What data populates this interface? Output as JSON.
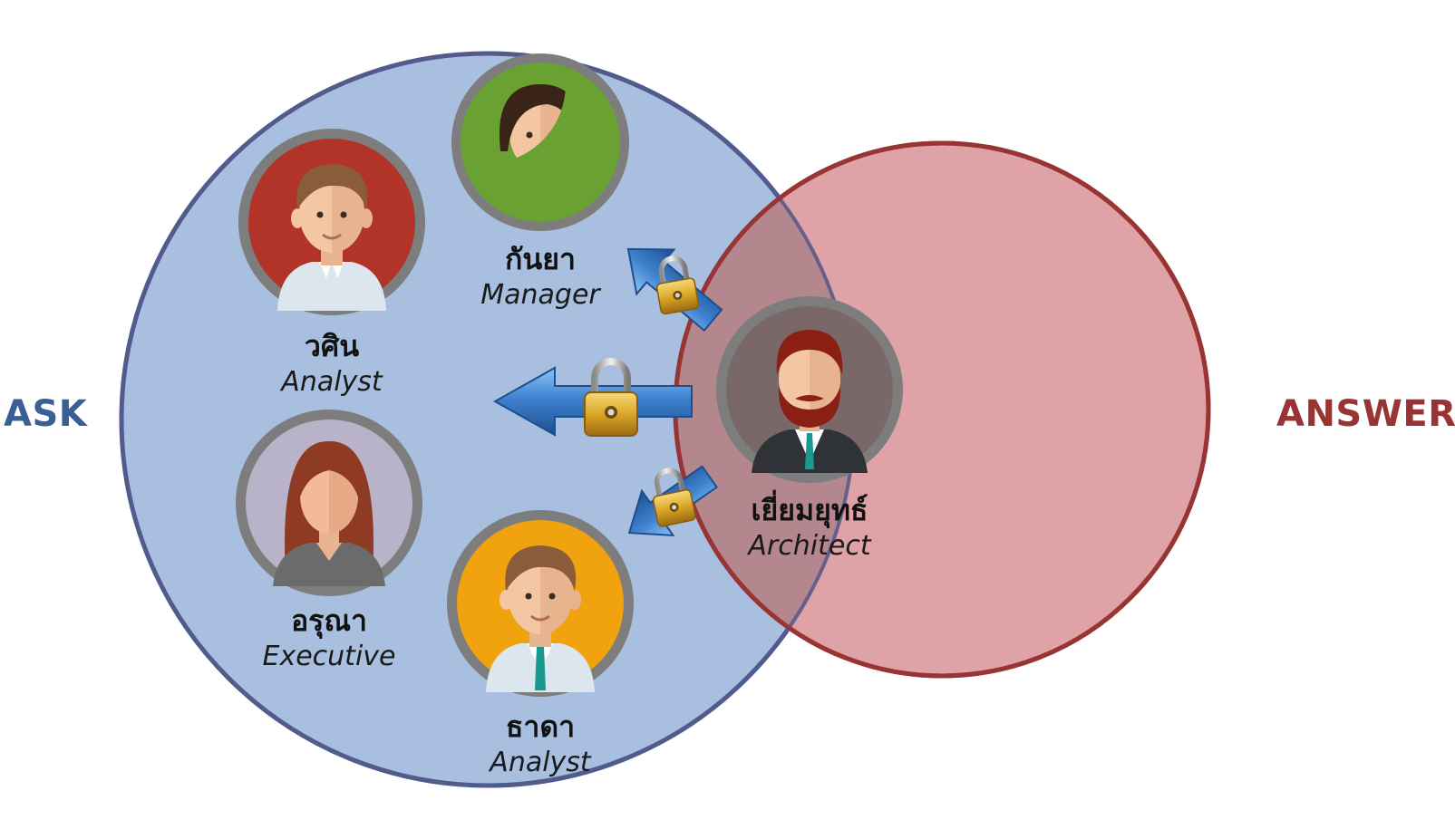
{
  "labels": {
    "ask": "ASK",
    "answer": "ANSWER"
  },
  "colors": {
    "ask": "#3a5f95",
    "ask_fill": "#a8bfdf",
    "answer": "#983433",
    "answer_fill": "#dfa2a6",
    "overlap_fill": "#b4878f",
    "arrow": "#3f82d0"
  },
  "people": [
    {
      "id": "kanya",
      "name": "กันยา",
      "role": "Manager",
      "avatar_bg": "#6aa133",
      "icon": "woman-avatar-icon"
    },
    {
      "id": "wasin",
      "name": "วศิน",
      "role": "Analyst",
      "avatar_bg": "#b23327",
      "icon": "man-avatar-icon"
    },
    {
      "id": "aruna",
      "name": "อรุณา",
      "role": "Executive",
      "avatar_bg": "#b8b3c8",
      "icon": "woman-avatar-icon"
    },
    {
      "id": "thada",
      "name": "ธาดา",
      "role": "Analyst",
      "avatar_bg": "#f0a20f",
      "icon": "man-avatar-icon"
    },
    {
      "id": "yiamyut",
      "name": "เยี่ยมยุทธ์",
      "role": "Architect",
      "avatar_bg": "#7a6868",
      "icon": "bearded-man-avatar-icon"
    }
  ],
  "arrows": [
    {
      "id": "to-manager",
      "icon": "lock-icon"
    },
    {
      "id": "to-left",
      "icon": "lock-icon"
    },
    {
      "id": "to-analyst",
      "icon": "lock-icon"
    }
  ]
}
